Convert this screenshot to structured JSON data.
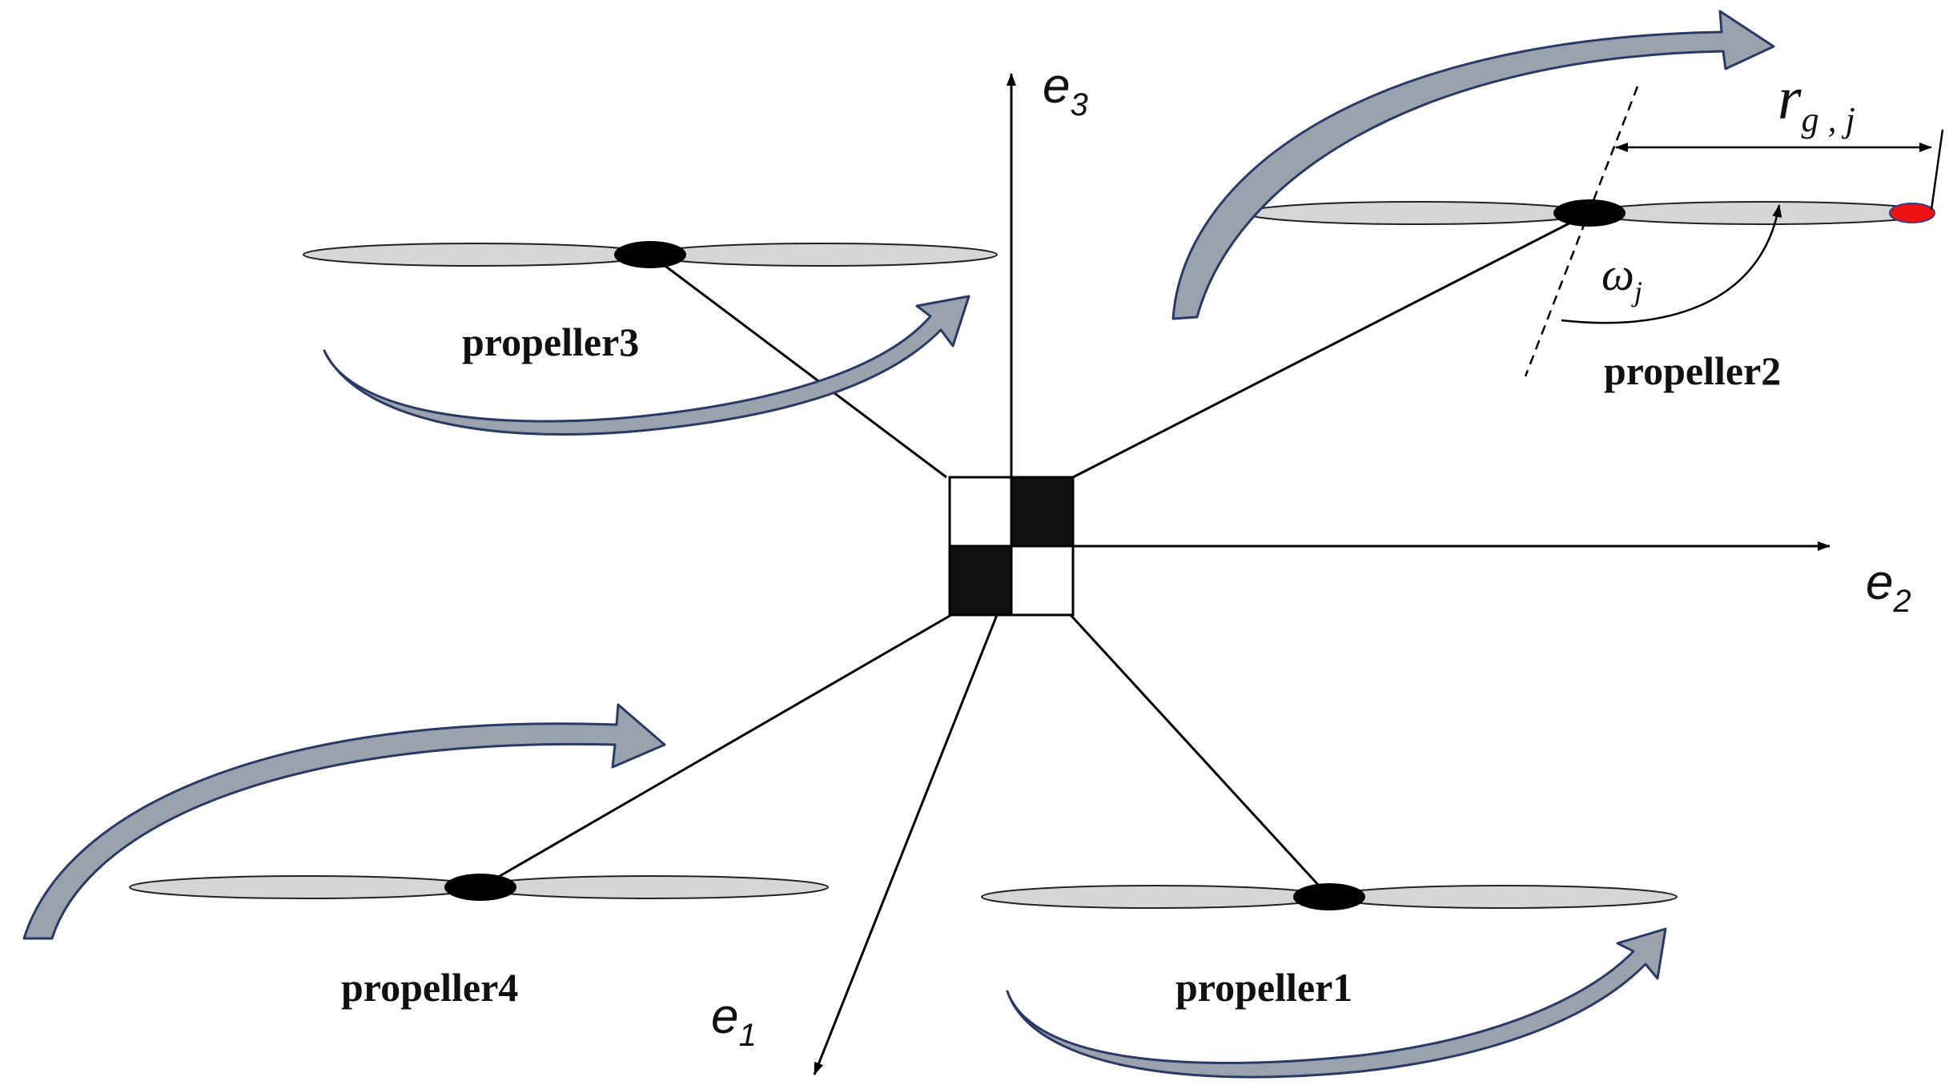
{
  "axes": {
    "e1": {
      "base": "e",
      "sub": "1"
    },
    "e2": {
      "base": "e",
      "sub": "2"
    },
    "e3": {
      "base": "e",
      "sub": "3"
    }
  },
  "propellers": [
    {
      "label": "propeller1"
    },
    {
      "label": "propeller2"
    },
    {
      "label": "propeller3"
    },
    {
      "label": "propeller4"
    }
  ],
  "annotations": {
    "radius": {
      "base": "r",
      "sub": "g , j"
    },
    "omega": {
      "base": "ω",
      "sub": "j"
    }
  },
  "colors": {
    "blade_fill": "#d6d6d6",
    "hub": "#000000",
    "arrow_fill": "#9aa3ad",
    "arrow_stroke": "#2a3a66",
    "tip_marker": "#ee1111"
  }
}
